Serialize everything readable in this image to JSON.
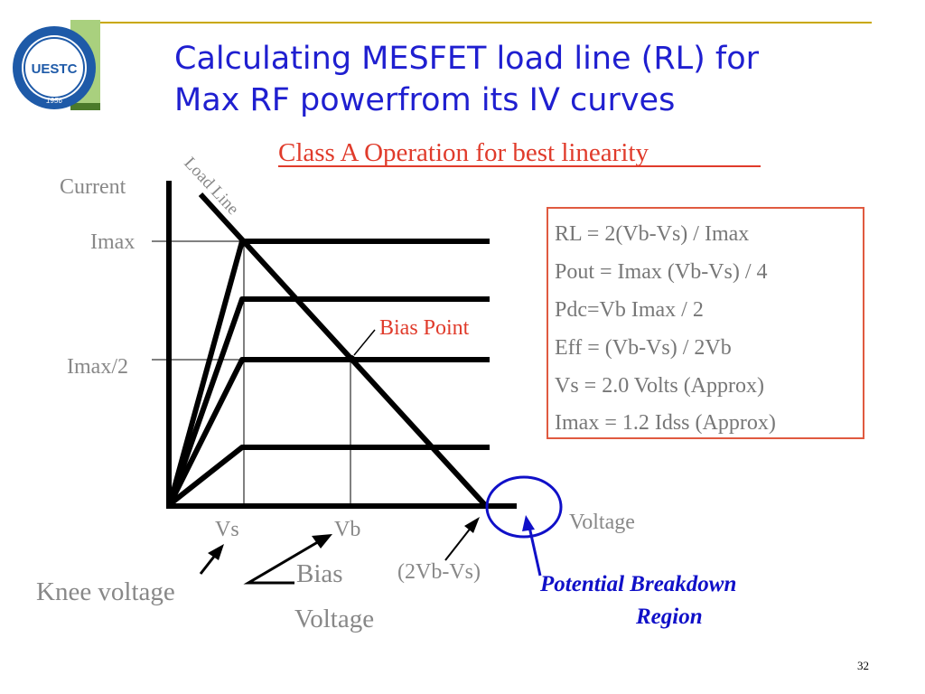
{
  "slide": {
    "title_line1": "Calculating MESFET load line (RL) for",
    "title_line2": "Max RF powerfrom its IV curves",
    "page_number": "32",
    "logo_text": "UESTC",
    "logo_year": "1956",
    "colors": {
      "title": "#1f1fd0",
      "accent_line": "#c9a800",
      "logo_green_dark": "#4b7a2a",
      "logo_green_light": "#9fc774",
      "logo_blue": "#1e5aa8",
      "diagram_red": "#e03b2b",
      "breakdown_blue": "#1010c8"
    }
  },
  "diagram": {
    "heading": "Class A Operation for best linearity",
    "axis_y_label": "Current",
    "axis_x_label": "Voltage",
    "label_imax": "Imax",
    "label_imax_half": "Imax/2",
    "label_vs": "Vs",
    "label_vb": "Vb",
    "label_2vb_vs": "(2Vb-Vs)",
    "label_load_line": "Load Line",
    "label_bias_point": "Bias Point",
    "label_knee_voltage": "Knee voltage",
    "label_bias": "Bias",
    "label_voltage": "Voltage",
    "breakdown_line1": "Potential Breakdown",
    "breakdown_line2": "Region",
    "formulas": [
      "RL = 2(Vb-Vs) / Imax",
      "Pout = Imax (Vb-Vs) / 4",
      "Pdc=Vb Imax / 2",
      "Eff = (Vb-Vs) / 2Vb",
      "Vs = 2.0 Volts (Approx)",
      "Imax = 1.2 Idss (Approx)"
    ]
  }
}
